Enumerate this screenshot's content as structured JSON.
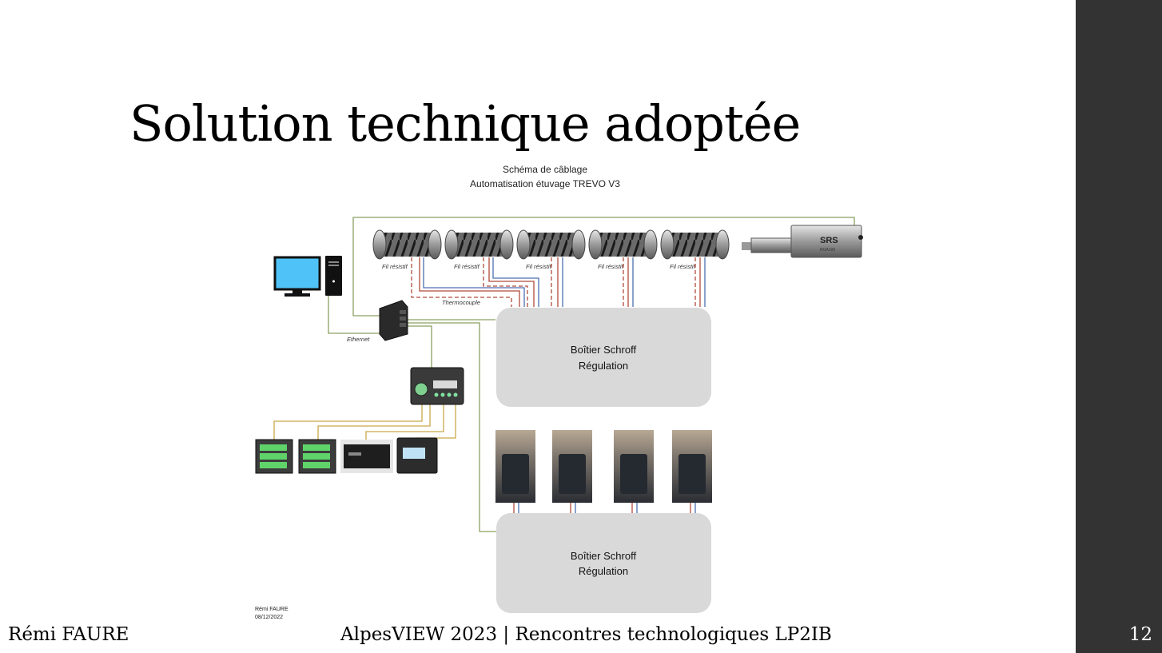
{
  "slide": {
    "title": "Solution technique adoptée",
    "page_number": "12"
  },
  "footer": {
    "author": "Rémi FAURE",
    "center": "AlpesVIEW 2023 | Rencontres technologiques LP2IB"
  },
  "diagram": {
    "heading_line1": "Schéma de câblage",
    "heading_line2": "Automatisation étuvage TREVO V3",
    "heater_label": "Fil résistif",
    "thermocouple_label": "Thermocouple",
    "ethernet_label": "Ethernet",
    "box_line1": "Boîtier Schroff",
    "box_line2": "Régulation",
    "gauge_brand": "SRS",
    "gauge_model": "RGA100",
    "author": "Rémi FAURE",
    "date": "08/12/2022"
  },
  "colors": {
    "sidebar": "#333333",
    "box_fill": "#d9d9d9",
    "ethernet_wire": "#8aa060",
    "serial_wire": "#c9a84a",
    "thermo_wire_red": "#b04a3a",
    "thermo_wire_blue": "#4a6fb0",
    "monitor_screen": "#4fc3f7"
  },
  "icons": [
    "desktop-computer-icon",
    "network-switch-icon",
    "serial-gateway-icon",
    "heater-flange-icon",
    "rga-gauge-icon",
    "controller-panel-icon",
    "oven-photo-icon"
  ]
}
